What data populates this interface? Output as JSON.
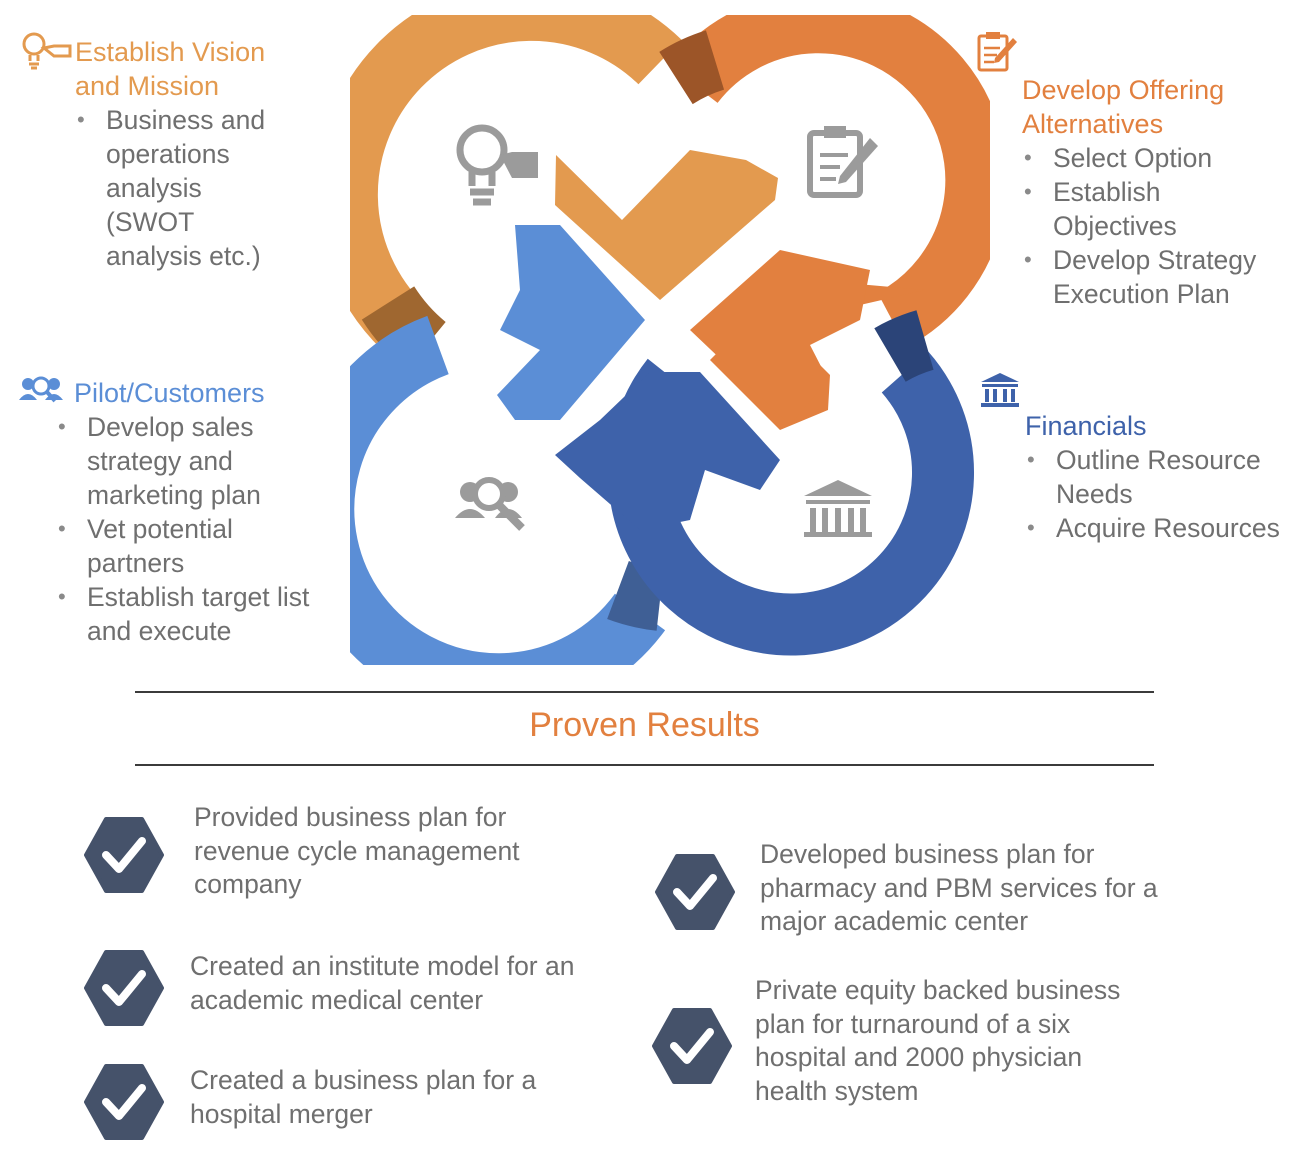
{
  "colors": {
    "vision": "#E39A4F",
    "offering": "#E2803F",
    "pilot": "#5B8ED6",
    "financials": "#3E62AA",
    "check_badge": "#45526A",
    "icon_gray": "#9B9B9B"
  },
  "quadrants": {
    "vision": {
      "icon": "lightbulb-tag-icon",
      "title_line1": "Establish Vision",
      "title_line2": "and Mission",
      "items": [
        "Business and operations analysis (SWOT analysis etc.)"
      ]
    },
    "offering": {
      "icon": "clipboard-pencil-icon",
      "title_line1": "Develop Offering",
      "title_line2": "Alternatives",
      "items": [
        "Select Option",
        "Establish Objectives",
        "Develop Strategy Execution Plan"
      ]
    },
    "pilot": {
      "icon": "people-search-icon",
      "title": "Pilot/Customers",
      "items": [
        "Develop sales strategy and marketing plan",
        "Vet potential partners",
        "Establish target list and execute"
      ]
    },
    "financials": {
      "icon": "bank-building-icon",
      "title": "Financials",
      "items": [
        "Outline Resource Needs",
        "Acquire Resources"
      ]
    }
  },
  "results": {
    "title": "Proven Results",
    "items": [
      "Provided business plan for revenue cycle management company",
      "Created an institute model for an academic medical center",
      "Created a business plan for a hospital merger",
      "Developed business plan for pharmacy and PBM services for a major academic center",
      "Private equity backed business plan for turnaround of a six hospital and 2000 physician health system"
    ]
  }
}
